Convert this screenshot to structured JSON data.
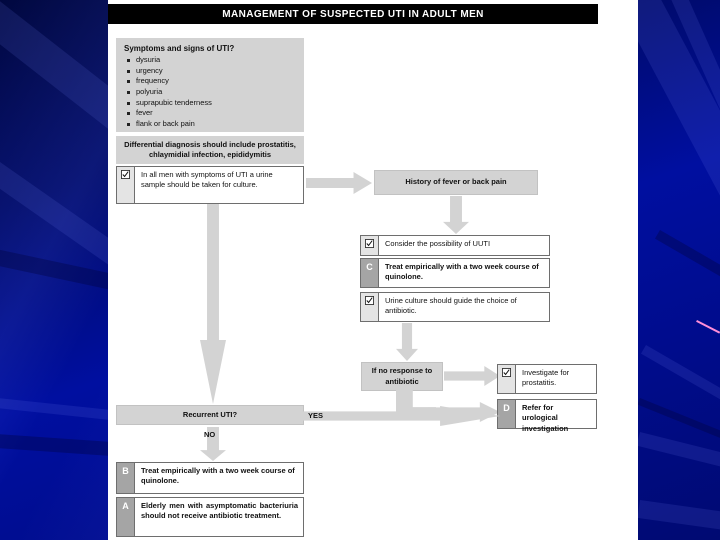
{
  "slide": {
    "title": "MANAGEMENT OF SUSPECTED UTI IN ADULT MEN",
    "background_color": "#000a8c",
    "panel_color": "#ffffff",
    "titlebar_color": "#000000",
    "box_fill": "#d3d3d3",
    "grade_cell_color": "#a5a5a5"
  },
  "symptoms": {
    "heading": "Symptoms and signs of UTI?",
    "items": [
      "dysuria",
      "urgency",
      "frequency",
      "polyuria",
      "suprapubic tenderness",
      "fever",
      "flank or back pain"
    ]
  },
  "differential": {
    "text": "Differential diagnosis should include prostatitis, chlaymidial infection, epididymitis"
  },
  "nodes": {
    "urine_sample": {
      "icon": "checkbox-icon",
      "text": "In all men with symptoms of UTI a urine sample should be taken for culture."
    },
    "history_fever": {
      "text": "History of fever or back pain"
    },
    "consider_uuti": {
      "icon": "checkbox-icon",
      "text": "Consider the possibility of UUTI"
    },
    "treat_quinolone_c": {
      "grade": "C",
      "text": "Treat empirically with a two week course of quinolone."
    },
    "urine_culture_guide": {
      "icon": "checkbox-icon",
      "text": "Urine culture should guide the choice of antibiotic."
    },
    "no_response": {
      "text": "If no response to antibiotic"
    },
    "investigate_prostatitis": {
      "icon": "checkbox-icon",
      "text": "Investigate for prostatitis."
    },
    "refer_urological": {
      "grade": "D",
      "text": "Refer for urological investigation"
    },
    "recurrent_uti": {
      "text": "Recurrent UTI?"
    },
    "treat_quinolone_b": {
      "grade": "B",
      "text": "Treat empirically with a two week course of quinolone."
    },
    "elderly_men_a": {
      "grade": "A",
      "text": "Elderly men with asymptomatic bacteriuria should not receive antibiotic treatment."
    }
  },
  "branch_labels": {
    "yes": "YES",
    "no": "NO"
  }
}
